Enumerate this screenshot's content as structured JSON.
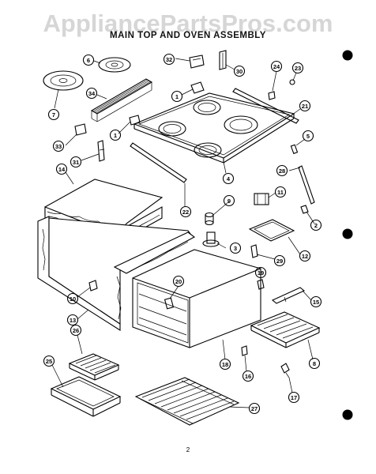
{
  "watermark": "AppliancePartsPros.com",
  "title": "MAIN TOP AND OVEN ASSEMBLY",
  "page_number": "2",
  "callouts": [
    "1",
    "1",
    "2",
    "3",
    "4",
    "5",
    "6",
    "7",
    "8",
    "9",
    "10",
    "11",
    "12",
    "13",
    "14",
    "15",
    "16",
    "17",
    "18",
    "19",
    "20",
    "21",
    "22",
    "23",
    "24",
    "25",
    "26",
    "27",
    "28",
    "29",
    "30",
    "31",
    "32",
    "33",
    "34"
  ]
}
